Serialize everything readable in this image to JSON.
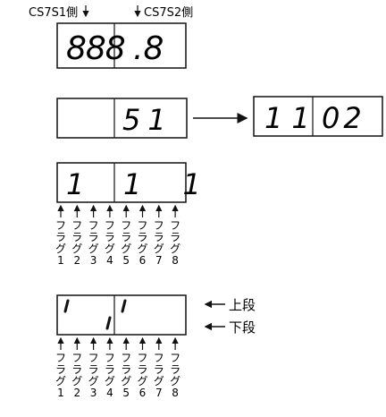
{
  "labels": {
    "cs7s1_side": "CS7S1側",
    "cs7s2_side": "CS7S2側",
    "upper_row": "上段",
    "lower_row": "下段"
  },
  "displays": {
    "top": {
      "left_digits": "888",
      "right_digits": ".8"
    },
    "middle_left": {
      "left_digits": "",
      "right_digits": "51"
    },
    "middle_right": {
      "left_digits": "11",
      "right_digits": "02"
    },
    "row3": {
      "left_digits": "1",
      "right_digits": "1 1"
    },
    "row4": {
      "note": "upper and lower segments lit"
    }
  },
  "flags": {
    "word": "フラグ",
    "numbers": [
      "1",
      "2",
      "3",
      "4",
      "5",
      "6",
      "7",
      "8"
    ]
  }
}
